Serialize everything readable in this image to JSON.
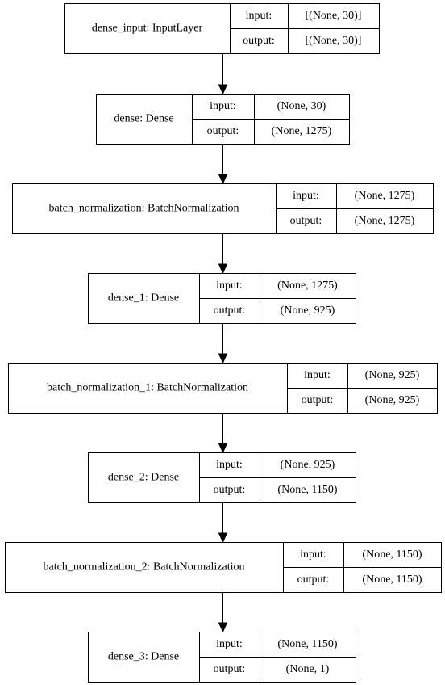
{
  "diagram": {
    "nodes": [
      {
        "name": "dense_input: InputLayer",
        "input_label": "input:",
        "input_shape": "[(None, 30)]",
        "output_label": "output:",
        "output_shape": "[(None, 30)]"
      },
      {
        "name": "dense: Dense",
        "input_label": "input:",
        "input_shape": "(None, 30)",
        "output_label": "output:",
        "output_shape": "(None, 1275)"
      },
      {
        "name": "batch_normalization: BatchNormalization",
        "input_label": "input:",
        "input_shape": "(None, 1275)",
        "output_label": "output:",
        "output_shape": "(None, 1275)"
      },
      {
        "name": "dense_1: Dense",
        "input_label": "input:",
        "input_shape": "(None, 1275)",
        "output_label": "output:",
        "output_shape": "(None, 925)"
      },
      {
        "name": "batch_normalization_1: BatchNormalization",
        "input_label": "input:",
        "input_shape": "(None, 925)",
        "output_label": "output:",
        "output_shape": "(None, 925)"
      },
      {
        "name": "dense_2: Dense",
        "input_label": "input:",
        "input_shape": "(None, 925)",
        "output_label": "output:",
        "output_shape": "(None, 1150)"
      },
      {
        "name": "batch_normalization_2: BatchNormalization",
        "input_label": "input:",
        "input_shape": "(None, 1150)",
        "output_label": "output:",
        "output_shape": "(None, 1150)"
      },
      {
        "name": "dense_3: Dense",
        "input_label": "input:",
        "input_shape": "(None, 1150)",
        "output_label": "output:",
        "output_shape": "(None, 1)"
      }
    ]
  }
}
